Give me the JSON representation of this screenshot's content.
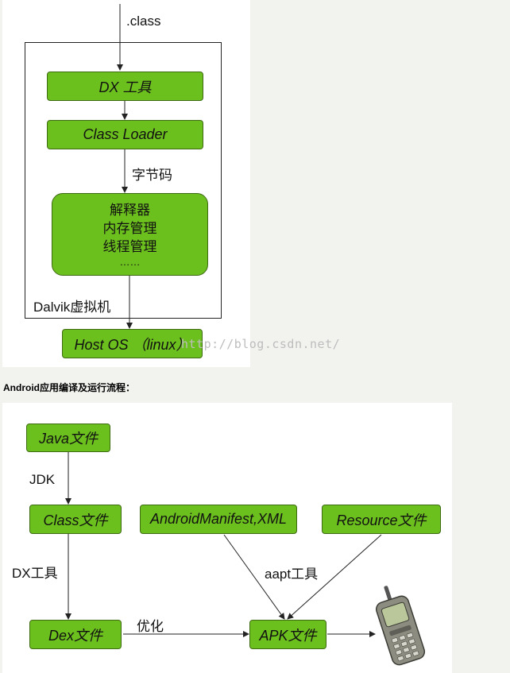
{
  "diagram1": {
    "input_label": ".class",
    "container_label": "Dalvik虚拟机",
    "boxes": {
      "dx": "DX 工具",
      "loader": "Class  Loader",
      "interpreter_lines": [
        "解释器",
        "内存管理",
        "线程管理",
        "……"
      ],
      "host": "Host  OS （linux）"
    },
    "bytecode_label": "字节码",
    "watermark": "http://blog.csdn.net/"
  },
  "section_heading": "Android应用编译及运行流程：",
  "diagram2": {
    "boxes": {
      "java": "Java文件",
      "class": "Class文件",
      "manifest": "AndroidManifest,XML",
      "resource": "Resource文件",
      "dex": "Dex文件",
      "apk": "APK文件"
    },
    "labels": {
      "jdk": "JDK",
      "dx": "DX工具",
      "aapt": "aapt工具",
      "optimize": "优化"
    }
  },
  "colors": {
    "box_fill": "#6cc01e",
    "box_border": "#3f6a14"
  }
}
